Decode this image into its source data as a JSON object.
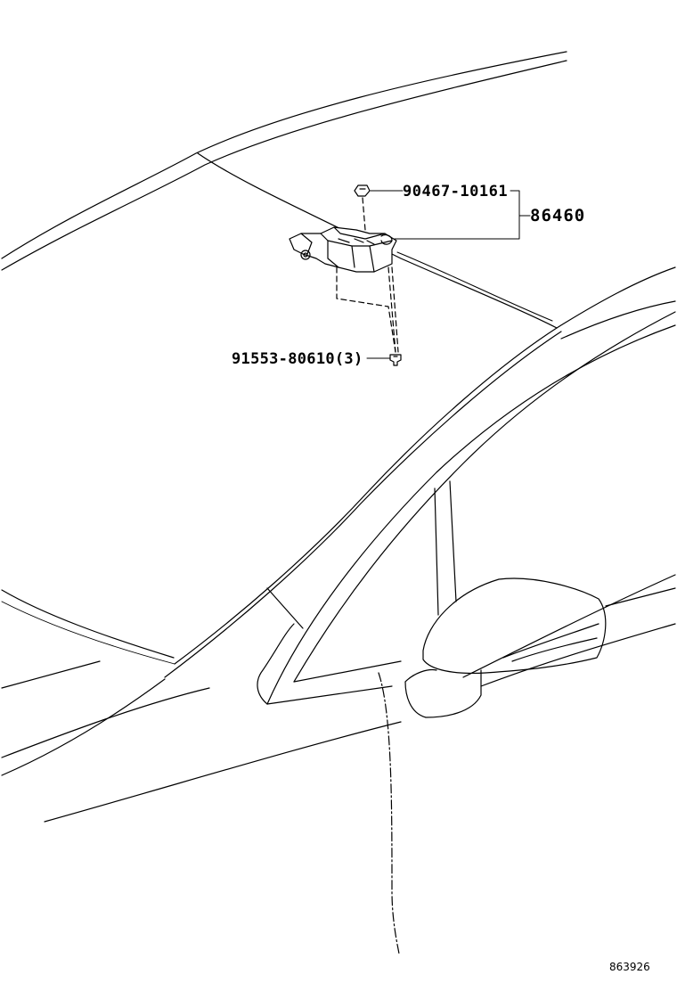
{
  "callouts": {
    "bolt_top": "90467-10161",
    "sensor_assembly": "86460",
    "screw": "91553-80610(3)"
  },
  "illustration_id": "863926"
}
